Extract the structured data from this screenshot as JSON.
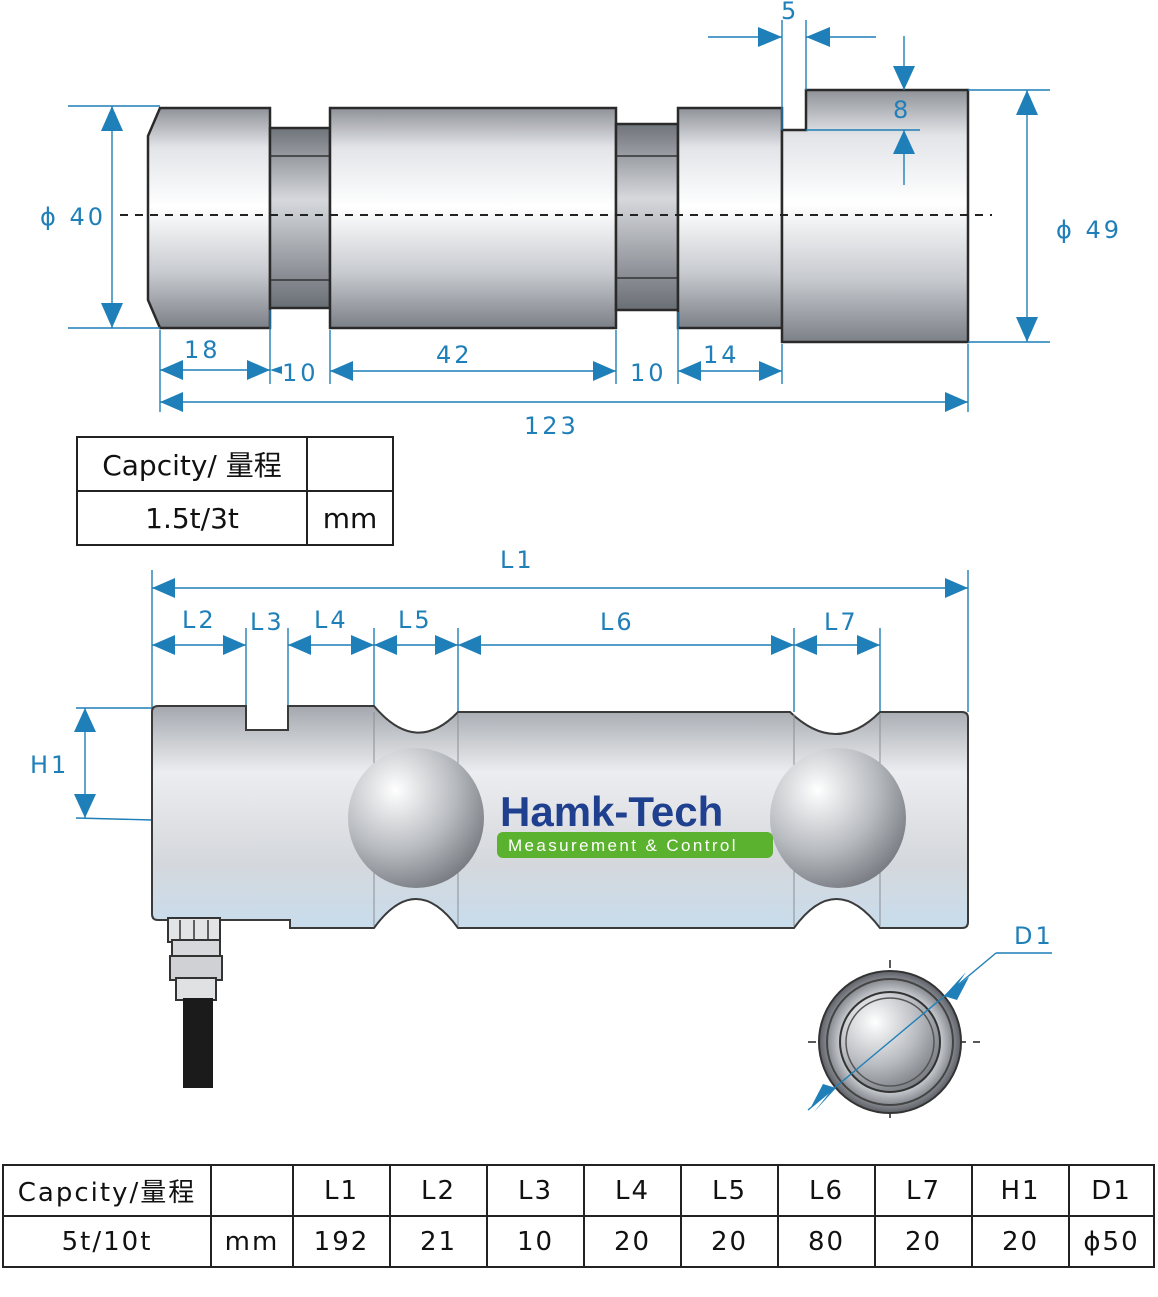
{
  "top_view": {
    "dia_left": "ϕ 40",
    "dia_right": "ϕ 49",
    "slot_width": "5",
    "slot_depth": "8",
    "seg1": "18",
    "seg2": "10",
    "seg3": "42",
    "seg4": "10",
    "seg5": "14",
    "total": "123"
  },
  "table_small": {
    "header_capacity": "Capcity/ 量程",
    "header_blank": "",
    "capacity": "1.5t/3t",
    "unit": "mm"
  },
  "side_view": {
    "L1": "L1",
    "L2": "L2",
    "L3": "L3",
    "L4": "L4",
    "L5": "L5",
    "L6": "L6",
    "L7": "L7",
    "H1": "H1",
    "D1": "D1",
    "brand": "Hamk-Tech",
    "tagline": "Measurement & Control",
    "brand_color": "#1f3f8f",
    "tagline_bg": "#5ab22e"
  },
  "table_large": {
    "headers": [
      "Capcity/量程",
      "",
      "L1",
      "L2",
      "L3",
      "L4",
      "L5",
      "L6",
      "L7",
      "H1",
      "D1"
    ],
    "row": [
      "5t/10t",
      "mm",
      "192",
      "21",
      "10",
      "20",
      "20",
      "80",
      "20",
      "20",
      "ϕ50"
    ]
  }
}
